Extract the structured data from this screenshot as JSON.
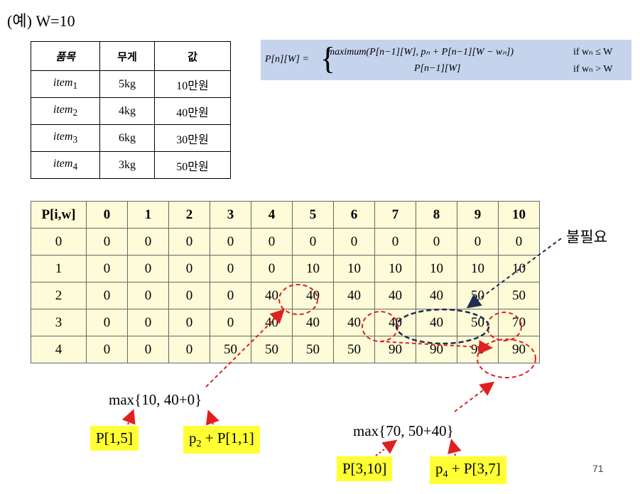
{
  "title": "(예) W=10",
  "item_table": {
    "headers": [
      "품목",
      "무게",
      "값"
    ],
    "rows": [
      {
        "name": "item",
        "sub": "1",
        "weight": "5kg",
        "value": "10만원"
      },
      {
        "name": "item",
        "sub": "2",
        "weight": "4kg",
        "value": "40만원"
      },
      {
        "name": "item",
        "sub": "3",
        "weight": "6kg",
        "value": "30만원"
      },
      {
        "name": "item",
        "sub": "4",
        "weight": "3kg",
        "value": "50만원"
      }
    ]
  },
  "formula": {
    "lhs": "P[n][W] =",
    "line1": "maximum(P[n−1][W],   pₙ + P[n−1][W − wₙ])",
    "line2": "P[n−1][W]",
    "cond1": "if wₙ ≤ W",
    "cond2": "if wₙ > W"
  },
  "dp_table": {
    "corner": "P[i,w]",
    "columns": [
      "0",
      "1",
      "2",
      "3",
      "4",
      "5",
      "6",
      "7",
      "8",
      "9",
      "10"
    ],
    "rows": [
      {
        "label": "0",
        "cells": [
          "0",
          "0",
          "0",
          "0",
          "0",
          "0",
          "0",
          "0",
          "0",
          "0",
          "0"
        ]
      },
      {
        "label": "1",
        "cells": [
          "0",
          "0",
          "0",
          "0",
          "0",
          "10",
          "10",
          "10",
          "10",
          "10",
          "10"
        ]
      },
      {
        "label": "2",
        "cells": [
          "0",
          "0",
          "0",
          "0",
          "40",
          "40",
          "40",
          "40",
          "40",
          "50",
          "50"
        ]
      },
      {
        "label": "3",
        "cells": [
          "0",
          "0",
          "0",
          "0",
          "40",
          "40",
          "40",
          "40",
          "40",
          "50",
          "70"
        ]
      },
      {
        "label": "4",
        "cells": [
          "0",
          "0",
          "0",
          "50",
          "50",
          "50",
          "50",
          "90",
          "90",
          "90",
          "90"
        ]
      }
    ]
  },
  "annotations": {
    "not_needed": "불필요",
    "max1": "max{10, 40+0}",
    "p15": "P[1,5]",
    "p2_base": "p",
    "p2_sub": "2",
    "p2_rest": "+ P[1,1]",
    "max2": "max{70, 50+40}",
    "p310": "P[3,10]",
    "p4_base": "p",
    "p4_sub": "4",
    "p4_rest": "+ P[3,7]"
  },
  "page_number": "71",
  "colors": {
    "highlight": "#ffff33",
    "table_bg": "#fdfbd8",
    "formula_bg": "#c6d3ec",
    "arrow_red": "#e02020",
    "ellipse_navy": "#1f2d50"
  }
}
